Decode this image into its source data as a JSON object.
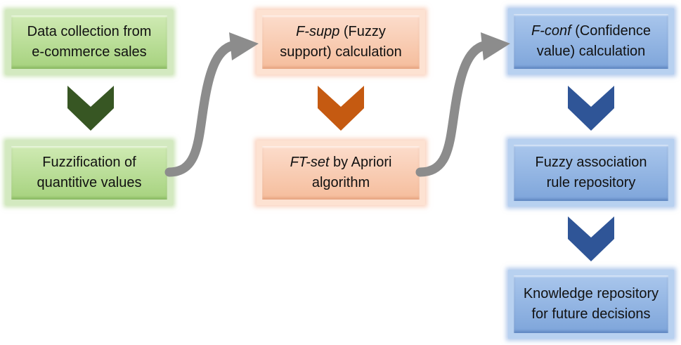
{
  "steps": [
    {
      "id": "data-collection",
      "text": "Data collection from e-commerce sales",
      "italic": "",
      "rest": ""
    },
    {
      "id": "fuzzification",
      "text": "Fuzzification of quantitive values",
      "italic": "",
      "rest": ""
    },
    {
      "id": "f-supp",
      "italic": "F-supp",
      "rest": " (Fuzzy support) calculation"
    },
    {
      "id": "ft-set",
      "italic": "FT-set",
      "rest": " by Apriori algorithm"
    },
    {
      "id": "f-conf",
      "italic": "F-conf",
      "rest": " (Confidence value) calculation"
    },
    {
      "id": "fuzzy-rule-repo",
      "text": "Fuzzy association rule repository"
    },
    {
      "id": "knowledge-repo",
      "text": "Knowledge repository for future decisions"
    }
  ],
  "colors": {
    "green_chevron": "#375623",
    "orange_chevron": "#c55a11",
    "blue_chevron": "#2f5597",
    "connector_arrow": "#8c8c8c"
  }
}
